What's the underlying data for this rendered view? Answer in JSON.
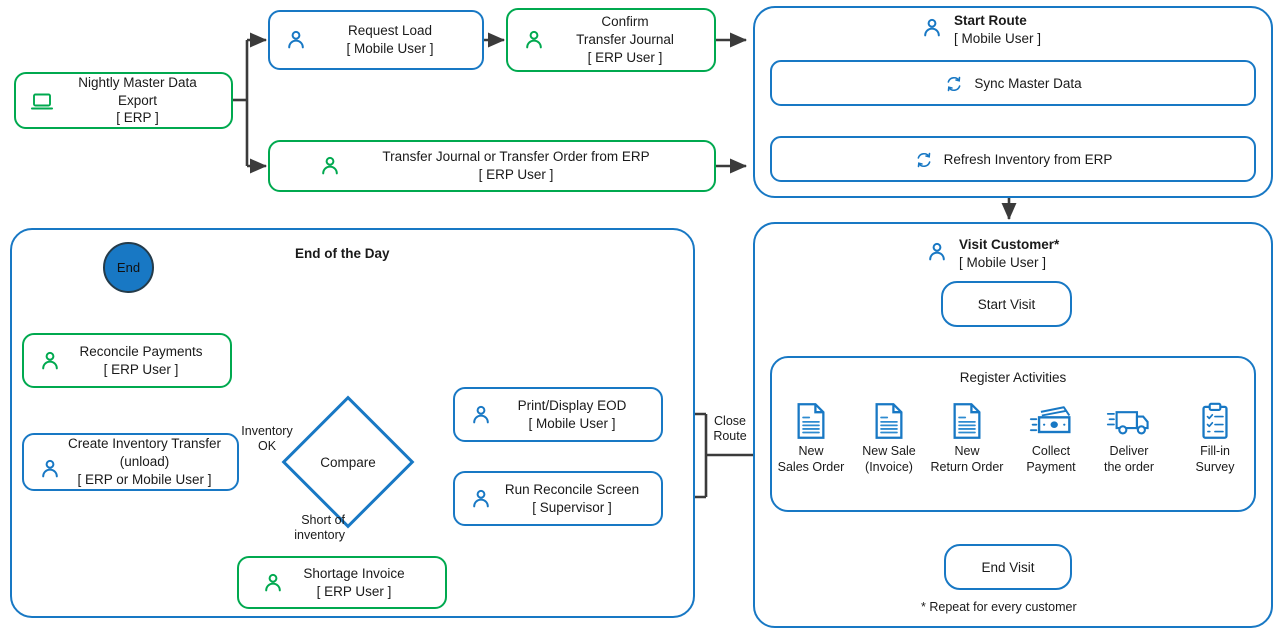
{
  "diagram": {
    "nodes": {
      "nightly_export": {
        "line1": "Nightly Master Data",
        "line2": "Export",
        "line3": "[ ERP ]",
        "icon": "laptop-icon"
      },
      "request_load": {
        "line1": "Request Load",
        "line2": "[ Mobile User ]",
        "icon": "person-icon"
      },
      "confirm_transfer": {
        "line1": "Confirm",
        "line2": "Transfer Journal",
        "line3": "[ ERP User ]",
        "icon": "person-icon"
      },
      "transfer_journal": {
        "line1": "Transfer Journal or Transfer Order from ERP",
        "line2": "[ ERP User ]",
        "icon": "person-icon"
      },
      "reconcile_payments": {
        "line1": "Reconcile Payments",
        "line2": "[ ERP User ]",
        "icon": "person-icon"
      },
      "create_inventory_transfer": {
        "line1": "Create Inventory Transfer",
        "line2": "(unload)",
        "line3": "[ ERP or Mobile User ]",
        "icon": "person-icon"
      },
      "shortage_invoice": {
        "line1": "Shortage Invoice",
        "line2": "[ ERP User ]",
        "icon": "person-icon"
      },
      "print_eod": {
        "line1": "Print/Display EOD",
        "line2": "[ Mobile User ]",
        "icon": "person-icon"
      },
      "run_reconcile": {
        "line1": "Run Reconcile Screen",
        "line2": "[ Supervisor ]",
        "icon": "person-icon"
      },
      "end_circle": {
        "label": "End"
      },
      "compare": {
        "label": "Compare"
      }
    },
    "panels": {
      "start_route": {
        "title": "Start Route",
        "actor": "[ Mobile User ]",
        "icon": "person-icon",
        "steps": [
          {
            "label": "Sync Master Data",
            "icon": "sync-icon"
          },
          {
            "label": "Refresh Inventory from ERP",
            "icon": "sync-icon"
          }
        ]
      },
      "visit_customer": {
        "title": "Visit Customer*",
        "actor": "[ Mobile User ]",
        "icon": "person-icon",
        "start_visit": "Start Visit",
        "end_visit": "End Visit",
        "register_activities_title": "Register Activities",
        "footnote": "* Repeat for every customer",
        "activities": [
          {
            "line1": "New",
            "line2": "Sales Order",
            "icon": "document-icon"
          },
          {
            "line1": "New Sale",
            "line2": "(Invoice)",
            "icon": "document-icon"
          },
          {
            "line1": "New",
            "line2": "Return Order",
            "icon": "document-icon"
          },
          {
            "line1": "Collect",
            "line2": "Payment",
            "icon": "money-icon"
          },
          {
            "line1": "Deliver",
            "line2": "the order",
            "icon": "truck-icon"
          },
          {
            "line1": "Fill-in",
            "line2": "Survey",
            "icon": "clipboard-icon"
          }
        ]
      },
      "end_of_day": {
        "title": "End of the Day"
      }
    },
    "edge_labels": {
      "inventory_ok_l1": "Inventory",
      "inventory_ok_l2": "OK",
      "short_of_l1": "Short of",
      "short_of_l2": "inventory",
      "close_route_l1": "Close",
      "close_route_l2": "Route"
    },
    "colors": {
      "green": "#00A94F",
      "blue": "#1878C4",
      "arrow": "#3b3b3b",
      "text": "#1a1a1a",
      "end_fill": "#1878C4"
    }
  }
}
